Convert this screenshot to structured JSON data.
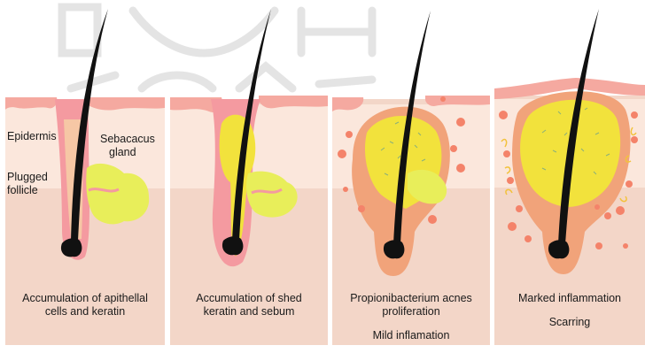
{
  "watermark_icon": "university-watermark-logo",
  "colors": {
    "epidermis": "#f5a9a0",
    "dermis_upper": "#fbe7dc",
    "dermis_lower": "#f3d6c8",
    "follicle": "#f49aa0",
    "sebum": "#f2e23c",
    "gland": "#e8ee5a",
    "hair": "#111111",
    "inflammation": "#f1a37a",
    "bacteria": "#f4836a"
  },
  "labels": {
    "epidermis": "Epidermis",
    "plugged_follicle_1": "Plugged",
    "plugged_follicle_2": "follicle",
    "sebaceous_1": "Sebacacus",
    "sebaceous_2": "gland"
  },
  "panels": [
    {
      "caption_1": "Accumulation of apithellal",
      "caption_2": "cells and keratin"
    },
    {
      "caption_1": "Accumulation of shed",
      "caption_2": "keratin and sebum"
    },
    {
      "caption_1": "Propionibacterium acnes",
      "caption_2": "proliferation",
      "caption_3": "Mild inflamation"
    },
    {
      "caption_1": "Marked inflammation",
      "caption_3": "Scarring"
    }
  ]
}
